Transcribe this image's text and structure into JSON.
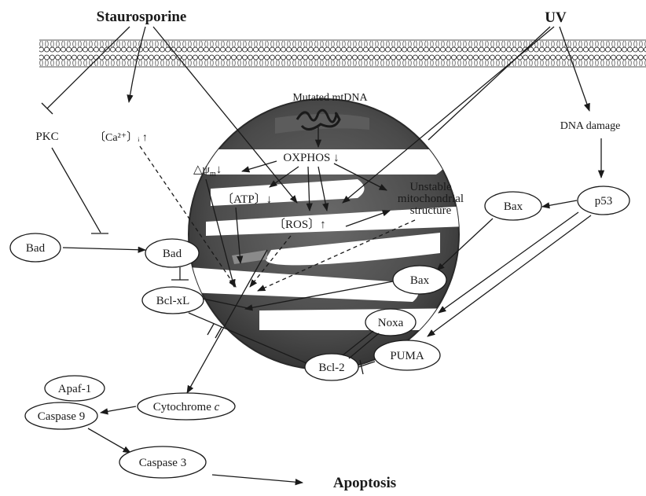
{
  "stimuli": {
    "staurosporine": "Staurosporine",
    "uv": "UV"
  },
  "labels": {
    "pkc": "PKC",
    "ca": "〔Ca²⁺〕ᵢ ↑",
    "mutated_mtdna": "Mutated mtDNA",
    "oxphos": "OXPHOS ↓",
    "delta_psi": "△ψ",
    "delta_psi_sub": "m",
    "delta_psi_arrow": "↓",
    "atp": "〔ATP〕↓",
    "ros": "〔ROS〕↑",
    "unstable_1": "Unstable",
    "unstable_2": "mitochondrial",
    "unstable_3": "structure",
    "dna_damage": "DNA damage",
    "apoptosis": "Apoptosis"
  },
  "nodes": {
    "bad_left": "Bad",
    "bad_right": "Bad",
    "bcl_xl": "Bcl-xL",
    "bax_top": "Bax",
    "p53": "p53",
    "bax_mid": "Bax",
    "noxa": "Noxa",
    "puma": "PUMA",
    "bcl2": "Bcl-2",
    "apaf1": "Apaf-1",
    "caspase9": "Caspase 9",
    "cyt_c_main": "Cytochrome",
    "cyt_c_italic": "c",
    "caspase3": "Caspase 3"
  }
}
